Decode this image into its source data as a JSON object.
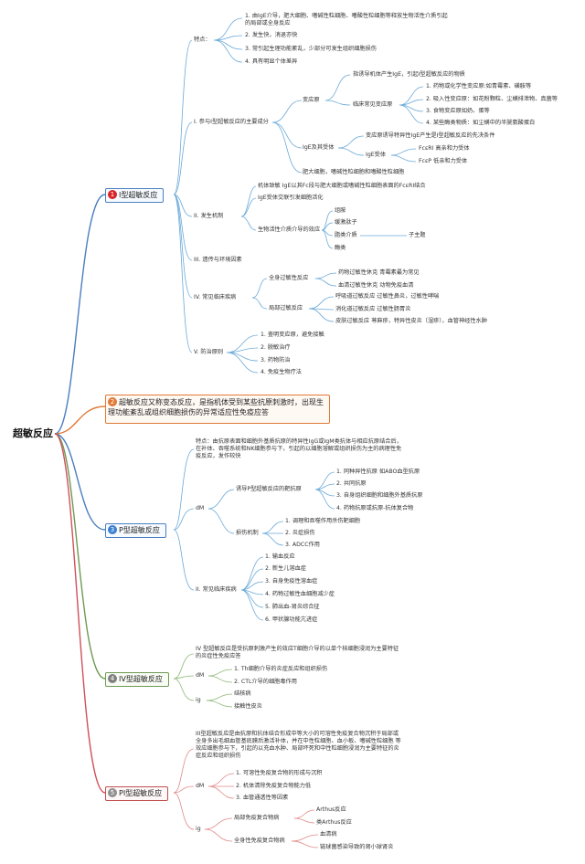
{
  "root": "超敏反应",
  "b1": {
    "num": "1",
    "label": "I型超敏反应",
    "features_label": "特点：",
    "f1": "1. 由IgE介导，肥大细胞、嗜碱性粒细胞、嗜酸性粒细胞等释放生物活性介质引起的局部或全身反应",
    "f2": "2. 发生快，消退亦快",
    "f3": "3. 常引起生理功能紊乱，少部分可发生组织细胞损伤",
    "f4": "4. 具有明显个体差异",
    "s1": "I. 参与I型超敏反应的主要成分",
    "allergen": "变应原",
    "allergen_def": "指诱导机体产生IgE，引起I型超敏反应的物质",
    "common_allergen": "临床常见变应原",
    "ca1": "1. 药物或化学性变应原:如青霉素、磺胺等",
    "ca2": "2. 吸入性变应原：如花粉颗粒、尘螨排泄物、真菌等",
    "ca3": "3. 食物变应原如奶、蛋等",
    "ca4": "4. 某些酶类物质：如尘螨中的半胱氨酸蛋白",
    "ige": "IgE及其受体",
    "ige_def": "变应原诱导特异性IgE产生是I型超敏反应的先决条件",
    "ige_receptor": "IgE受体",
    "fceri": "FcεRI 高亲和力受体",
    "fceii": "FcεP 低亲和力受体",
    "mast": "肥大细胞，嗜碱性粒细胞和嗜酸性粒细胞",
    "s2": "II. 发生机制",
    "m1": "机体致敏 IgE以其Fc段与肥大细胞或嗜碱性粒细胞表面的FcεRI结合",
    "m2": "IgE受体交联引发细胞活化",
    "m3": "生物活性介质介导的效应",
    "me1": "组胺",
    "me2": "缓激肽子",
    "me3": "脂类介质",
    "me3b": "子主题",
    "me4": "酶类",
    "s3": "III. 遗传与环境因素",
    "s4": "IV. 常见临床疾病",
    "systemic": "全身过敏性反应",
    "sy1": "药物过敏性休克 青霉素最为常见",
    "sy2": "血清过敏性休克 动物免疫血清",
    "local": "局部过敏反应",
    "lo1": "呼吸道过敏反应 过敏性鼻炎，过敏性哮喘",
    "lo2": "消化道过敏反应 过敏性肠胃炎",
    "lo3": "皮肤过敏反应 荨麻疹，特异性皮炎（湿疹），血管神经性水肿",
    "s5": "V. 防治原则",
    "p1": "1. 查明变应原，避免接触",
    "p2": "2. 脱敏治疗",
    "p3": "3. 药物防治",
    "p4": "4. 免疫生物疗法"
  },
  "b2": {
    "num": "2",
    "label": "超敏反应又称变态反应，是指机体受到某些抗原刺激时，出现生理功能紊乱或组织细胞损伤的异常适应性免疫应答"
  },
  "b3": {
    "num": "3",
    "label": "P型超敏反应",
    "features": "特点：由抗原表面和细胞外基质抗原的特异性IgG或IgM类抗体与相应抗原结合后，在补体、吞噬系统和NK细胞参与下，引起的以细胞溶解或组织损伤为主的病理性免疫反应，发作较快",
    "dm": "dM",
    "target": "诱导P型超敏反应的靶抗原",
    "t1": "1. 同种异性抗原 如ABO血型抗原",
    "t2": "2. 共同抗原",
    "t3": "3. 自身组织细胞和细胞外基质抗原",
    "t4": "4. 药物抗原或抗原-抗体复合物",
    "damage": "损伤机制",
    "d1": "1. 调理和吞噬作用杀伤靶细胞",
    "d2": "2. 炎症损伤",
    "d3": "3. ADCC作用",
    "disease": "II. 常见临床疾病",
    "di1": "1. 输血反应",
    "di2": "2. 新生儿溶血症",
    "di3": "3. 自身免疫性溶血症",
    "di4": "4. 药物过敏性血细胞减少症",
    "di5": "5. 肺出血-肾炎综合征",
    "di6": "6. 甲状腺功能亢进症"
  },
  "b4": {
    "num": "4",
    "label": "IV型超敏反应",
    "def": "IV 型超敏反应是受抗原刺激产生的效应T细胞介导的以单个核细胞浸润为主要特征的炎症性免疫应答",
    "dm": "dM",
    "m1": "1. Th细胞介导的炎症反应和组织损伤",
    "m2": "2. CTL介导的细胞毒作用",
    "ig": "ig",
    "i1": "结核病",
    "i2": "接触性皮炎"
  },
  "b5": {
    "num": "5",
    "label": "PI型超敏反应",
    "def": "III型超敏反应是由抗原和抗体结合形成中等大小的可溶性免疫复合物沉积于局部或全身多出毛细血管基底膜后激活补体，并在中性粒细胞、血小板、嗜碱性粒细胞 等效应细胞参与下，引起的以充血水肿、局部坏死和中性粒细胞浸润为主要特征的炎症反应和组织损伤",
    "dm": "dM",
    "m1": "1. 可溶性免疫复合物的形成与沉积",
    "m2": "2. 机体清除免疫复合物能力低",
    "m3": "3. 血管通透性等因素",
    "ig": "ig",
    "local": "局部免疫复合物病",
    "l1": "Arthus反应",
    "l2": "类Arthus反应",
    "systemic": "全身性免疫复合物病",
    "s1": "血清病",
    "s2": "链球菌感染导致的肾小球肾炎"
  }
}
